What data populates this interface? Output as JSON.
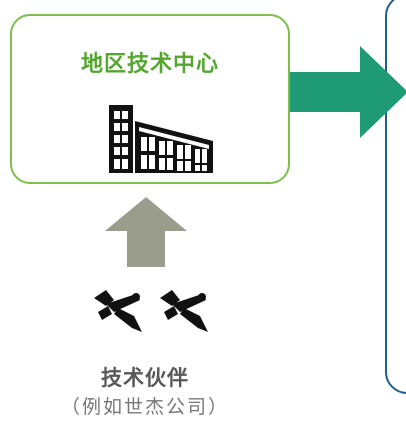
{
  "diagram": {
    "center_node": {
      "label": "地区技术中心",
      "icon": "office-building-icon",
      "border_color": "#7cbf4a",
      "label_color": "#55a630"
    },
    "partner_node": {
      "label": "技术伙伴",
      "example": "（例如世杰公司）",
      "icon": "tools-icon",
      "label_color": "#595959",
      "example_color": "#777777"
    },
    "edges": [
      {
        "from": "partner_node",
        "to": "center_node",
        "color": "#9a9d8c",
        "direction": "up"
      },
      {
        "from": "center_node",
        "to": "right_panel",
        "color": "#1e9a74",
        "direction": "right"
      }
    ],
    "right_panel": {
      "border_color": "#1f5f8b"
    }
  }
}
